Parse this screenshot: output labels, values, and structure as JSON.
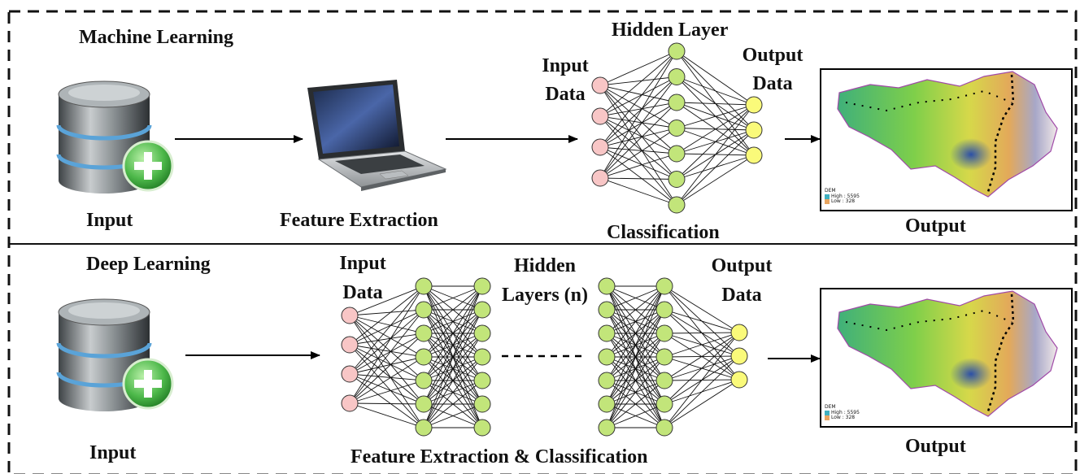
{
  "colors": {
    "input_node": "#f8c6c6",
    "hidden_node": "#c2e57a",
    "output_node": "#fafa7a",
    "node_stroke": "#333333",
    "db_plus": "#3aa83a"
  },
  "top": {
    "title": "Machine Learning",
    "input_label": "Input",
    "feature_label": "Feature Extraction",
    "hidden_label": "Hidden Layer",
    "nn_input_label_1": "Input",
    "nn_input_label_2": "Data",
    "nn_output_label_1": "Output",
    "nn_output_label_2": "Data",
    "classification_label": "Classification",
    "output_label": "Output",
    "layers": [
      4,
      7,
      3
    ]
  },
  "bottom": {
    "title": "Deep Learning",
    "input_label": "Input",
    "nn_input_label_1": "Input",
    "nn_input_label_2": "Data",
    "hidden_label_1": "Hidden",
    "hidden_label_2": "Layers (n)",
    "nn_output_label_1": "Output",
    "nn_output_label_2": "Data",
    "caption": "Feature Extraction & Classification",
    "output_label": "Output"
  },
  "map_legend": {
    "title": "DEM",
    "high": "High : 5595",
    "low": "Low : 328"
  }
}
